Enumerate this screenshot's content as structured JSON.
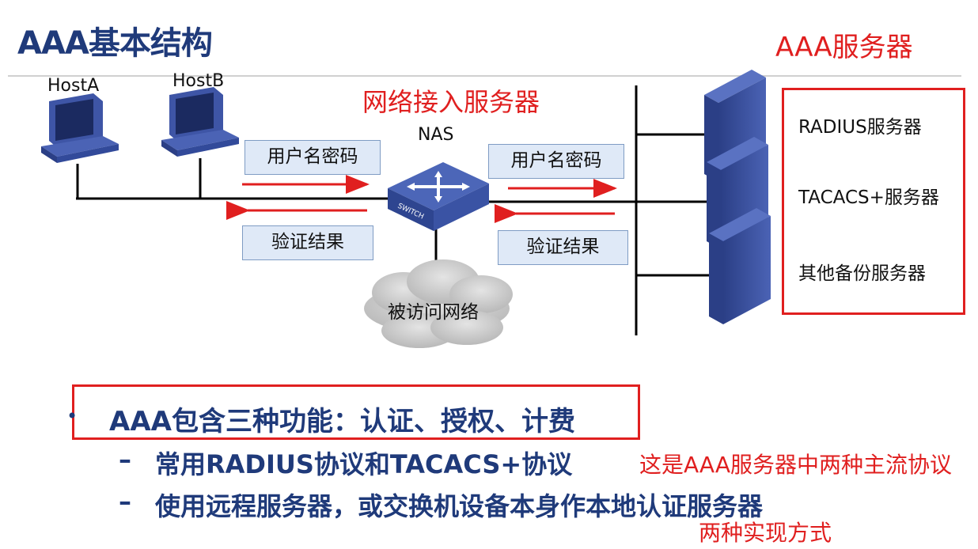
{
  "title": "AAA基本结构",
  "aaa_server_label": "AAA服务器",
  "nas_server_label": "网络接入服务器",
  "hosts": [
    {
      "label": "HostA"
    },
    {
      "label": "HostB"
    }
  ],
  "nas_label": "NAS",
  "switch_text": "SWITCH",
  "left_messages": {
    "request": "用户名密码",
    "response": "验证结果"
  },
  "right_messages": {
    "request": "用户名密码",
    "response": "验证结果"
  },
  "cloud_label": "被访问网络",
  "servers": [
    {
      "label": "RADIUS服务器"
    },
    {
      "label": "TACACS+服务器"
    },
    {
      "label": "其他备份服务器"
    }
  ],
  "bullets": {
    "main": "AAA包含三种功能：认证、授权、计费",
    "sub": [
      {
        "dash": "–",
        "text": "常用RADIUS协议和TACACS+协议",
        "note": "这是AAA服务器中两种主流协议"
      },
      {
        "dash": "–",
        "text": "使用远程服务器，或交换机设备本身作本地认证服务器",
        "note": "两种实现方式"
      }
    ]
  },
  "colors": {
    "title_blue": "#1f3a7a",
    "annotation_red": "#e01f1f",
    "box_fill": "#dfe9f7"
  }
}
